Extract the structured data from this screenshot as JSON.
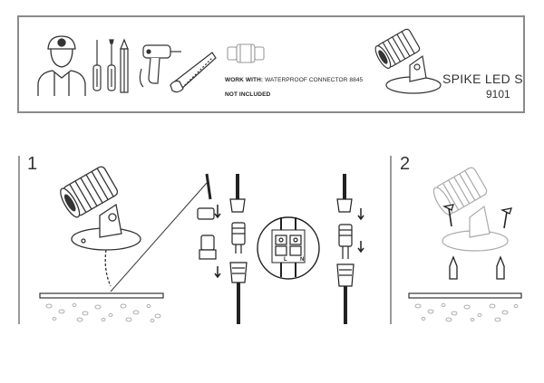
{
  "header": {
    "work_with_label": "WORK WITH:",
    "work_with_value": "WATERPROOF CONNECTOR 8845",
    "not_included": "NOT INCLUDED",
    "product_name": "SPIKE LED S",
    "product_code": "9101"
  },
  "tools": [
    "worker-icon",
    "screwdriver-icon",
    "pencil-icon",
    "drill-icon",
    "saw-icon",
    "connector-icon"
  ],
  "steps": [
    {
      "number": "1"
    },
    {
      "number": "2"
    }
  ],
  "terminal_labels": {
    "left": "L",
    "right": "N"
  }
}
